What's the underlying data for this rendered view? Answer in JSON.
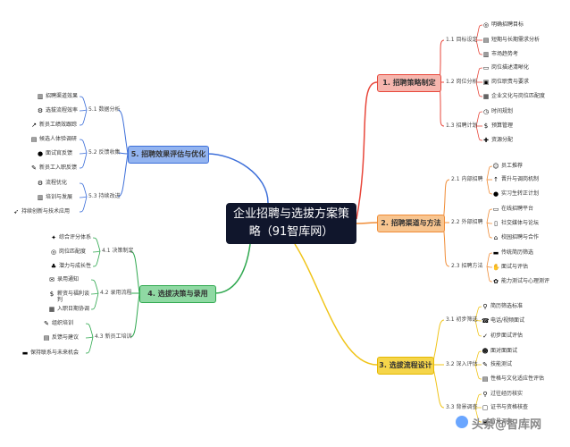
{
  "center_title": "企业招聘与选拔方案策略（91智库网）",
  "colors": {
    "red": "#e8473b",
    "orange": "#f08c36",
    "yellow": "#f0c419",
    "green": "#2fa84f",
    "blue": "#3d6fd9",
    "center": "#10162c"
  },
  "branches": {
    "b1": {
      "label": "1. 招聘策略制定"
    },
    "b2": {
      "label": "2. 招聘渠道与方法"
    },
    "b3": {
      "label": "3. 选拔流程设计"
    },
    "b4": {
      "label": "4. 选拔决策与录用"
    },
    "b5": {
      "label": "5. 招聘效果评估与优化"
    }
  },
  "subs": {
    "s11": "1.1 目标设定",
    "s12": "1.2 岗位分析",
    "s13": "1.3 招聘计划",
    "s21": "2.1 内部招聘",
    "s22": "2.2 外部招聘",
    "s23": "2.3 招聘方法",
    "s31": "3.1 初步筛选",
    "s32": "3.2 深入评估",
    "s33": "3.3 背景调查",
    "s41": "4.1 决策制定",
    "s42": "4.2 录用流程",
    "s43": "4.3 新员工培训",
    "s51": "5.1 数据分析",
    "s52": "5.2 反馈收集",
    "s53": "5.3 持续改进"
  },
  "leaves": {
    "l111": "明确招聘目标",
    "l112": "短期与长期需求分析",
    "l113": "市场趋势考",
    "l121": "岗位描述清晰化",
    "l122": "岗位职责与要求",
    "l123": "企业文化与岗位匹配度",
    "l131": "时间规划",
    "l132": "预算管理",
    "l133": "资源分配",
    "l211": "员工推荐",
    "l212": "晋升与调岗机制",
    "l213": "实习生转正计划",
    "l221": "在线招聘平台",
    "l222": "社交媒体与论坛",
    "l223": "校园招聘与合作",
    "l231": "传统简历筛选",
    "l232": "面试与评估",
    "l233": "能力测试与心理测评",
    "l311": "简历筛选标准",
    "l312": "电话/视频面试",
    "l313": "初步面试评估",
    "l321": "面对面面试",
    "l322": "技能测试",
    "l323": "性格与文化适应性评估",
    "l331": "过往经历核实",
    "l332": "证书与资格核查",
    "l333": "背景调查",
    "l411": "综合评分体系",
    "l412": "岗位匹配度",
    "l413": "潜力与成长性",
    "l421": "录用通知",
    "l422": "薪资与福利谈判",
    "l423": "入职日期协调",
    "l431": "组织培训",
    "l432": "反馈与建议",
    "l433": "保持联系与未来机会",
    "l511": "招聘渠道效果",
    "l512": "选拔流程效率",
    "l513": "新员工绩效跟踪",
    "l521": "候选人体验调研",
    "l522": "面试官反馈",
    "l523": "新员工入职反馈",
    "l531": "流程优化",
    "l532": "培训与发展",
    "l533": "持续创新与技术应用"
  },
  "icons": {
    "i111": "target-icon",
    "i112": "chart-icon",
    "i113": "book-icon",
    "i121": "document-icon",
    "i122": "briefcase-icon",
    "i123": "building-icon",
    "i131": "clock-icon",
    "i132": "money-icon",
    "i133": "puzzle-icon",
    "i211": "people-icon",
    "i212": "arrow-up-icon",
    "i213": "speech-icon",
    "i221": "computer-icon",
    "i222": "phone-icon",
    "i223": "school-icon",
    "i231": "folder-icon",
    "i232": "handshake-icon",
    "i233": "brain-icon",
    "i311": "magnifier-icon",
    "i312": "phone-icon",
    "i313": "checklist-icon",
    "i321": "person-icon",
    "i322": "tools-icon",
    "i323": "chart-icon",
    "i331": "search-icon",
    "i332": "certificate-icon",
    "i333": "lock-icon",
    "i411": "bulb-icon",
    "i412": "target-icon",
    "i413": "sprout-icon",
    "i421": "envelope-icon",
    "i422": "money-icon",
    "i423": "calendar-icon",
    "i431": "pencil-icon",
    "i432": "memo-icon",
    "i433": "folder-icon",
    "i511": "bar-chart-icon",
    "i512": "gear-icon",
    "i513": "trend-icon",
    "i521": "memo-icon",
    "i522": "speech-icon",
    "i523": "pencil-icon",
    "i531": "gear-icon",
    "i532": "book-icon",
    "i533": "rocket-icon"
  },
  "watermark": "头条@智库网"
}
